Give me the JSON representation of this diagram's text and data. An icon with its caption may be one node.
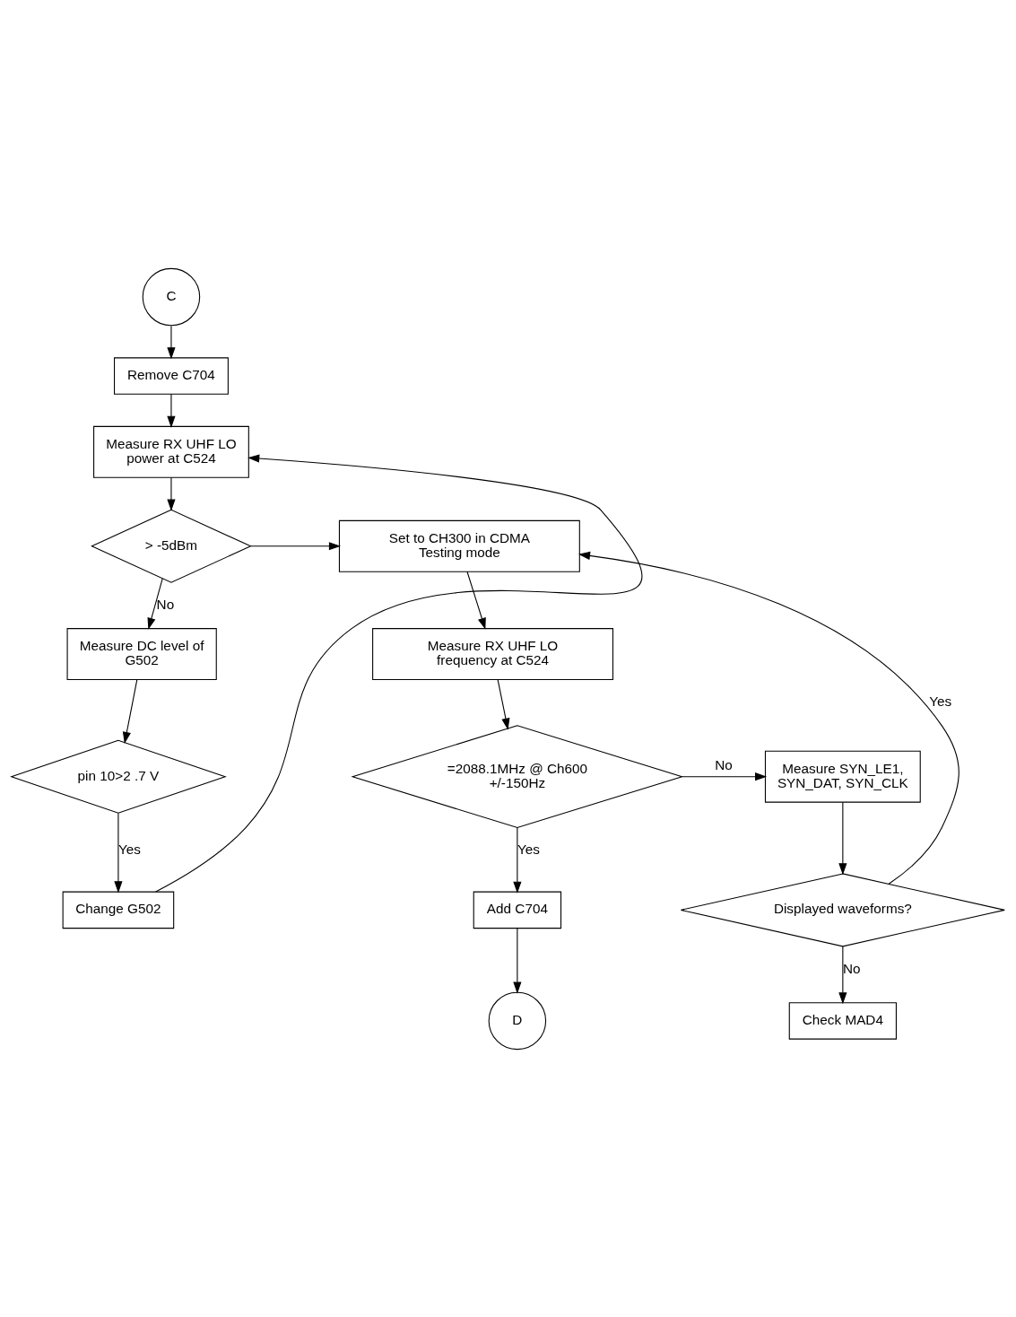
{
  "diagram": {
    "nodes": [
      {
        "text": [
          "C"
        ]
      },
      {
        "text": [
          "Remove C704"
        ]
      },
      {
        "text": [
          "Measure RX UHF LO power at C524"
        ]
      },
      {
        "text": [
          "> -5dBm"
        ]
      },
      {
        "text": [
          "Set to CH300 in CDMA Testing mode"
        ]
      },
      {
        "text": [
          "Measure DC level of G502"
        ]
      },
      {
        "text": [
          "Measure RX UHF LO frequency at C524"
        ]
      },
      {
        "text": [
          "pin 10>2 .7 V"
        ]
      },
      {
        "text": [
          "=2088.1MHz @ Ch600 +/-150Hz"
        ]
      },
      {
        "text": [
          "Measure SYN_LE1, SYN_DAT, SYN_CLK"
        ]
      },
      {
        "text": [
          "Displayed waveforms?"
        ]
      },
      {
        "text": [
          "Add C704"
        ]
      },
      {
        "text": [
          "Change G502"
        ]
      },
      {
        "text": [
          "D"
        ]
      },
      {
        "text": [
          "Check MAD4"
        ]
      }
    ],
    "edges": [
      {
        "from": 0,
        "to": 1,
        "arrow": "to"
      },
      {
        "from": 1,
        "to": 2,
        "arrow": "to"
      },
      {
        "from": 2,
        "to": 3,
        "arrow": "to"
      },
      {
        "from": 3,
        "to": 4,
        "arrow": "to"
      },
      {
        "from": 3,
        "to": 5,
        "label": "No",
        "arrow": "to"
      },
      {
        "from": 4,
        "to": 6,
        "arrow": "to"
      },
      {
        "from": 6,
        "to": 8,
        "arrow": "to"
      },
      {
        "from": 5,
        "to": 7,
        "arrow": "to"
      },
      {
        "from": 7,
        "to": 12,
        "label": "Yes",
        "arrow": "to"
      },
      {
        "from": 12,
        "to": 2,
        "arrow": "to"
      },
      {
        "from": 8,
        "to": 9,
        "label": "No",
        "arrow": "to"
      },
      {
        "from": 8,
        "to": 11,
        "label": "Yes",
        "arrow": "to"
      },
      {
        "from": 11,
        "to": 13,
        "arrow": "to"
      },
      {
        "from": 9,
        "to": 10,
        "arrow": "to"
      },
      {
        "from": 10,
        "to": 4,
        "label": "Yes",
        "arrow": "to"
      },
      {
        "from": 10,
        "to": 14,
        "label": "No",
        "arrow": "to"
      }
    ]
  }
}
